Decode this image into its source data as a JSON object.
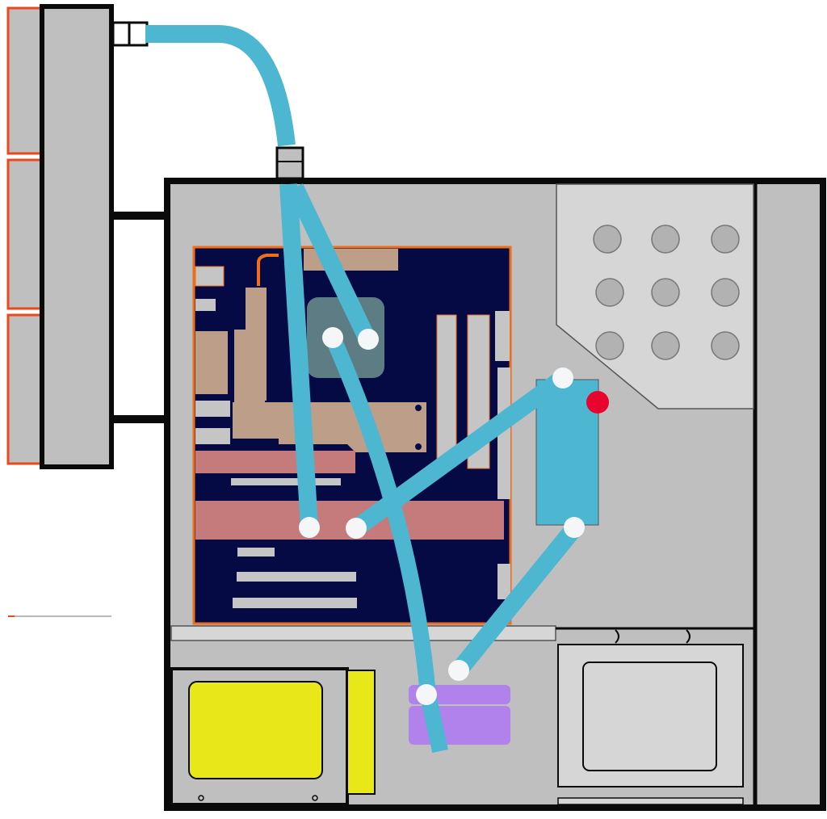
{
  "colors": {
    "background": "#ffffff",
    "case_panel": "#c0bfc0",
    "case_border": "#0a0a0a",
    "drive_cage": "#d6d6d6",
    "fan_hole": "#b2b2b2",
    "motherboard": "#050a44",
    "board_outline": "#ee6e1c",
    "slot_tan": "#bd9e89",
    "ram_gray": "#c5c5c5",
    "pcie_pink": "#c57b7c",
    "cpu_block": "#5d7c84",
    "tube": "#4db6d0",
    "reservoir": "#4db6d0",
    "fitting": "#f4f6f8",
    "fill_port": "#e8042c",
    "pump": "#b181ec",
    "radiator_fin": "#e84a1c",
    "radiator_body": "#c0bfc0",
    "psu_label": "#e8e818",
    "psu_body": "#c0bfc0"
  },
  "components": {
    "radiator": "radiator",
    "case": "pc-case",
    "motherboard": "motherboard",
    "cpu_water_block": "cpu-water-block",
    "gpu_card": "gpu-card",
    "reservoir": "reservoir",
    "pump": "pump",
    "psu": "power-supply",
    "drive_bay": "drive-bay",
    "hdd_cage": "hdd-cage",
    "tubing": "coolant-tubing"
  }
}
